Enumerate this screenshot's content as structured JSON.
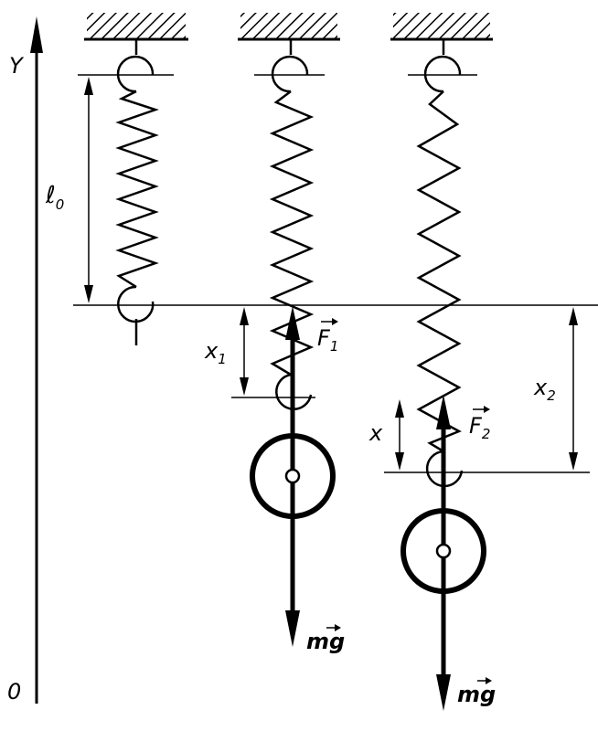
{
  "labels": {
    "y_axis": "Y",
    "origin": "0",
    "natural_length": "ℓ",
    "natural_length_sub": "0",
    "x1": "x",
    "x1_sub": "1",
    "x2": "x",
    "x2_sub": "2",
    "x": "x",
    "f1": "F",
    "f1_sub": "1",
    "f2": "F",
    "f2_sub": "2",
    "weight1": "mg",
    "weight2": "mg"
  },
  "colors": {
    "ink": "#000000",
    "paper": "#ffffff"
  }
}
